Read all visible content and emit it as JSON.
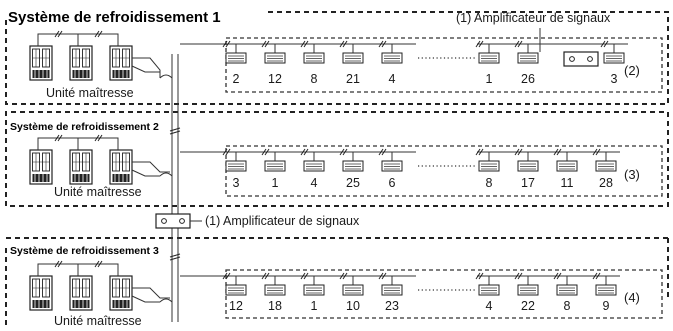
{
  "systems": [
    {
      "title": "Système de refroidissement 1",
      "outdoor_label": "Unité maîtresse",
      "indoor_group": {
        "numbers_before_gap": [
          "2",
          "12",
          "8",
          "21",
          "4"
        ],
        "numbers_after_gap": [
          "1",
          "26"
        ],
        "has_amplifier": true,
        "numbers_after_amp": [
          "3"
        ],
        "index_label": "(2)"
      }
    },
    {
      "title": "Système de refroidissement 2",
      "outdoor_label": "Unité maîtresse",
      "indoor_group": {
        "numbers_before_gap": [
          "3",
          "1",
          "4",
          "25",
          "6"
        ],
        "numbers_after_gap": [
          "8",
          "17",
          "11",
          "28"
        ],
        "has_amplifier": false,
        "numbers_after_amp": [],
        "index_label": "(3)"
      }
    },
    {
      "title": "Système de refroidissement 3",
      "outdoor_label": "Unité maîtresse",
      "indoor_group": {
        "numbers_before_gap": [
          "12",
          "18",
          "1",
          "10",
          "23"
        ],
        "numbers_after_gap": [
          "4",
          "22",
          "8",
          "9"
        ],
        "has_amplifier": false,
        "numbers_after_amp": [],
        "index_label": "(4)"
      }
    }
  ],
  "amplifier_labels": {
    "top": "(1) Amplificateur de signaux",
    "middle": "(1) Amplificateur de signaux"
  }
}
